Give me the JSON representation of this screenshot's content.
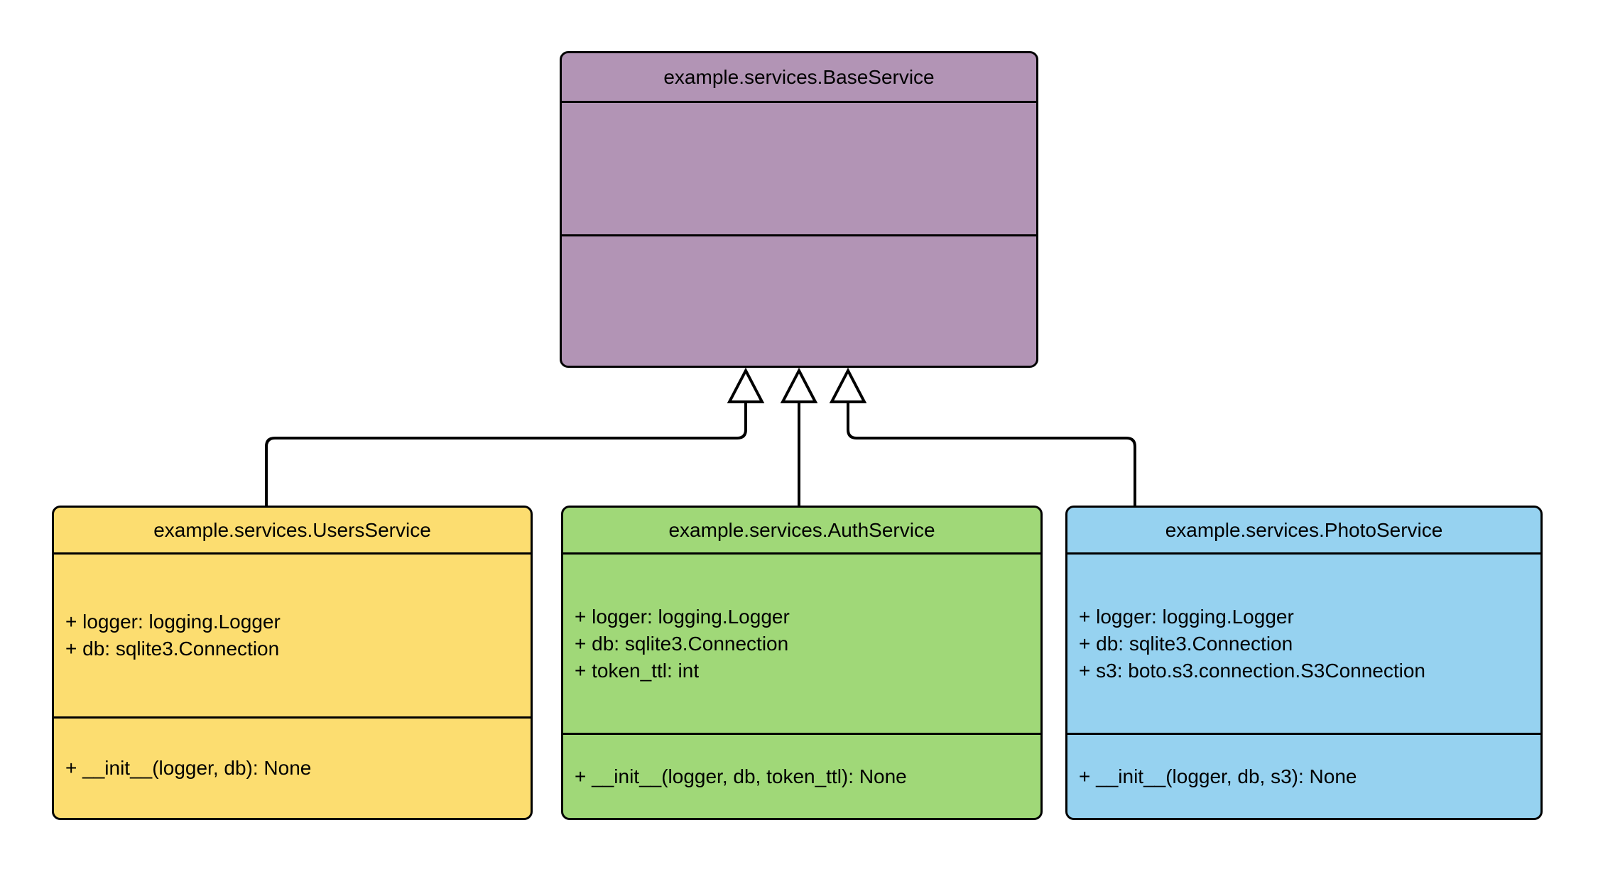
{
  "diagram": {
    "type": "uml-class-diagram",
    "background": "#ffffff",
    "line_color": "#000000",
    "classes": [
      {
        "name": "example.services.BaseService",
        "fill": "#b294b5",
        "attributes": [],
        "methods": []
      },
      {
        "name": "example.services.UsersService",
        "fill": "#fcdd70",
        "attributes": [
          "+ logger: logging.Logger",
          "+ db: sqlite3.Connection"
        ],
        "methods": [
          "+ __init__(logger, db): None"
        ]
      },
      {
        "name": "example.services.AuthService",
        "fill": "#a0d878",
        "attributes": [
          "+ logger: logging.Logger",
          "+ db: sqlite3.Connection",
          "+ token_ttl: int"
        ],
        "methods": [
          "+ __init__(logger, db, token_ttl): None"
        ]
      },
      {
        "name": "example.services.PhotoService",
        "fill": "#96d2f0",
        "attributes": [
          "+ logger: logging.Logger",
          "+ db: sqlite3.Connection",
          "+ s3: boto.s3.connection.S3Connection"
        ],
        "methods": [
          "+ __init__(logger, db, s3): None"
        ]
      }
    ],
    "relationships": [
      {
        "from": "example.services.UsersService",
        "to": "example.services.BaseService",
        "type": "inheritance"
      },
      {
        "from": "example.services.AuthService",
        "to": "example.services.BaseService",
        "type": "inheritance"
      },
      {
        "from": "example.services.PhotoService",
        "to": "example.services.BaseService",
        "type": "inheritance"
      }
    ]
  }
}
